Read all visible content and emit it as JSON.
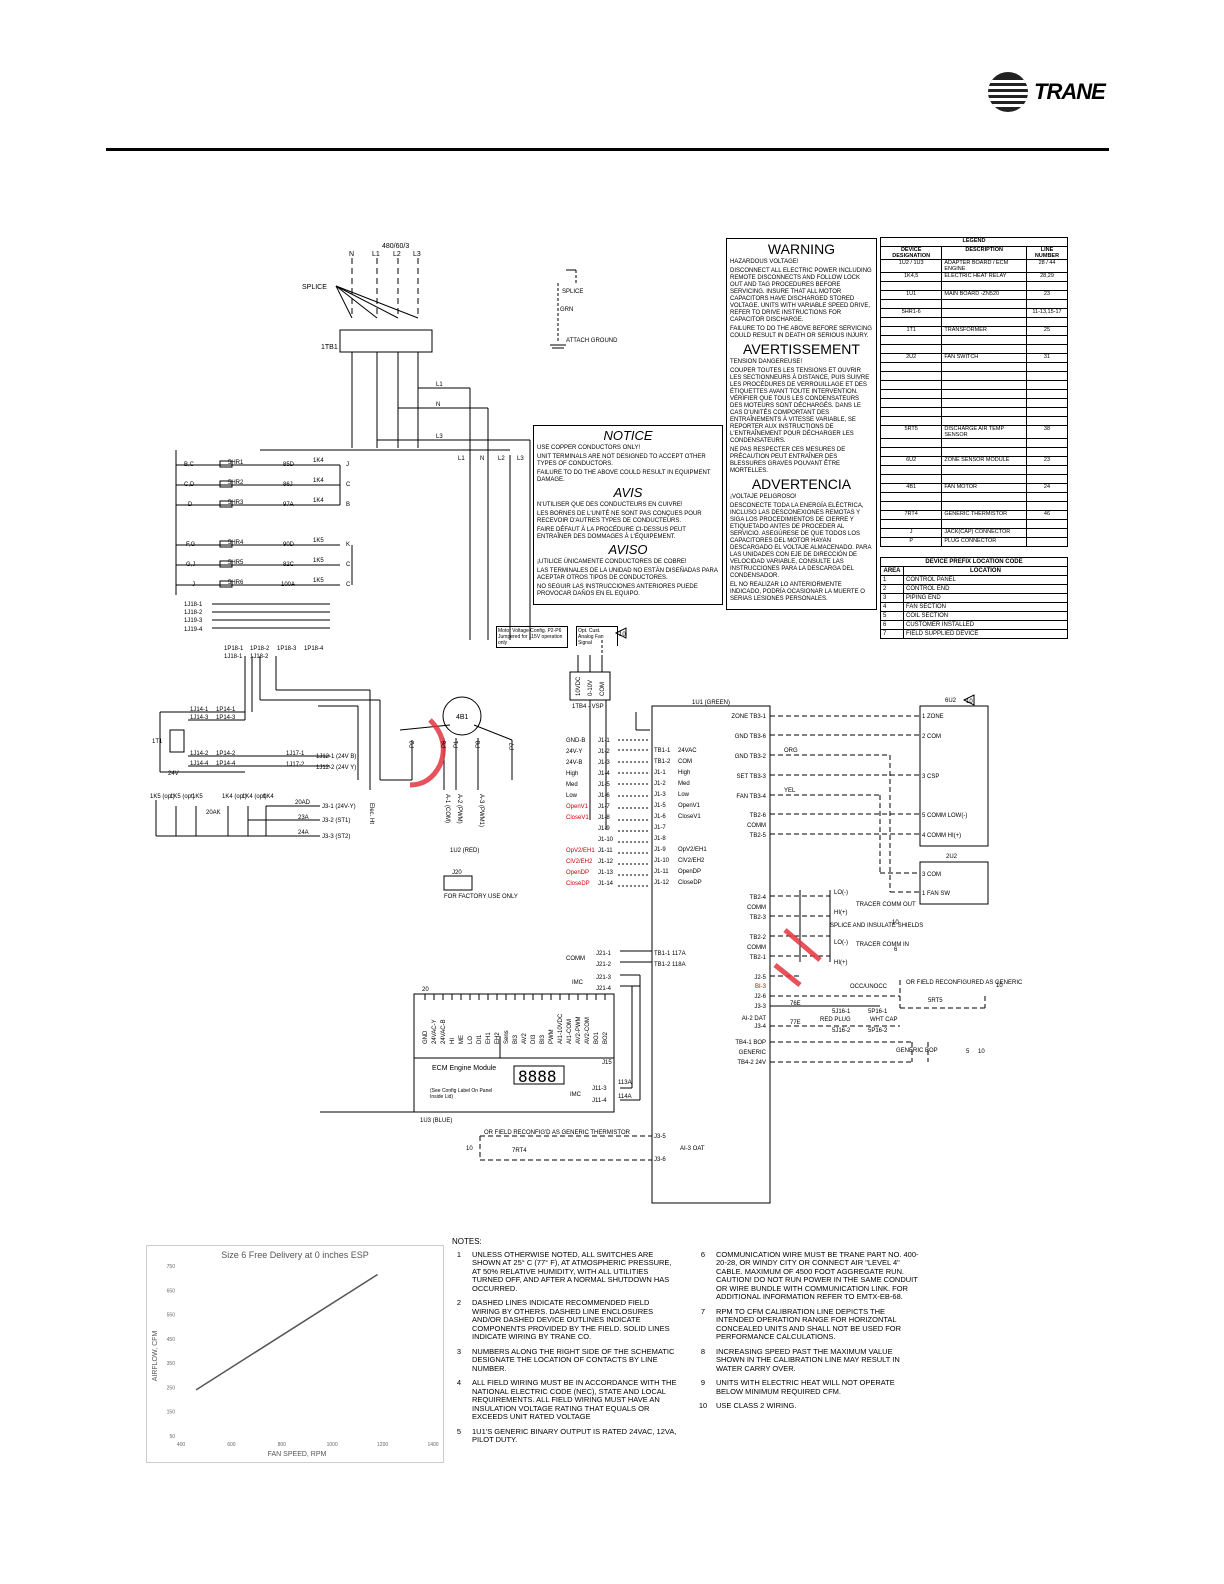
{
  "brand": {
    "name": "TRANE"
  },
  "warning": {
    "en_title": "WARNING",
    "en_sub": "HAZARDOUS VOLTAGE!",
    "en_body": "DISCONNECT ALL ELECTRIC POWER INCLUDING REMOTE DISCONNECTS AND FOLLOW LOCK OUT AND TAG PROCEDURES BEFORE SERVICING. INSURE THAT ALL MOTOR CAPACITORS HAVE DISCHARGED STORED VOLTAGE. UNITS WITH VARIABLE SPEED DRIVE, REFER TO DRIVE INSTRUCTIONS FOR CAPACITOR DISCHARGE.",
    "en_body2": "FAILURE TO DO THE ABOVE BEFORE SERVICING COULD RESULT IN DEATH OR SERIOUS INJURY.",
    "fr_title": "AVERTISSEMENT",
    "fr_sub": "TENSION DANGEREUSE!",
    "fr_body": "COUPER TOUTES LES TENSIONS ET OUVRIR LES SECTIONNEURS À DISTANCE, PUIS SUIVRE LES PROCÉDURES DE VERROUILLAGE ET DES ÉTIQUETTES AVANT TOUTE INTERVENTION. VÉRIFIER QUE TOUS LES CONDENSATEURS DES MOTEURS SONT DÉCHARGÉS. DANS LE CAS D'UNITÉS COMPORTANT DES ENTRAÎNEMENTS À VITESSE VARIABLE, SE REPORTER AUX INSTRUCTIONS DE L'ENTRAÎNEMENT POUR DÉCHARGER LES CONDENSATEURS.",
    "fr_body2": "NE PAS RESPECTER CES MESURES DE PRÉCAUTION PEUT ENTRAÎNER DES BLESSURES GRAVES POUVANT ÊTRE MORTELLES.",
    "es_title": "ADVERTENCIA",
    "es_sub": "¡VOLTAJE PELIGROSO!",
    "es_body": "DESCONECTE TODA LA ENERGÍA ELÉCTRICA, INCLUSO LAS DESCONEXIONES REMOTAS Y SIGA LOS PROCEDIMIENTOS DE CIERRE Y ETIQUETADO ANTES DE PROCEDER AL SERVICIO. ASEGÚRESE DE QUE TODOS LOS CAPACITORES DEL MOTOR HAYAN DESCARGADO EL VOLTAJE ALMACENADO. PARA LAS UNIDADES CON EJE DE DIRECCIÓN DE VELOCIDAD VARIABLE, CONSULTE LAS INSTRUCCIONES PARA LA DESCARGA DEL CONDENSADOR.",
    "es_body2": "EL NO REALIZAR LO ANTERIORMENTE INDICADO, PODRÍA OCASIONAR LA MUERTE O SERIAS LESIONES PERSONALES."
  },
  "notice": {
    "en_title": "NOTICE",
    "en_sub": "USE COPPER CONDUCTORS ONLY!",
    "en_body": "UNIT TERMINALS ARE NOT DESIGNED TO ACCEPT OTHER TYPES OF CONDUCTORS.",
    "en_body2": "FAILURE TO DO THE ABOVE COULD RESULT IN EQUIPMENT DAMAGE.",
    "fr_title": "AVIS",
    "fr_sub": "N'UTILISER QUE DES CONDUCTEURS EN CUIVRE!",
    "fr_body": "LES BORNES DE L'UNITÉ NE SONT PAS CONÇUES POUR RECEVOIR D'AUTRES TYPES DE CONDUCTEURS.",
    "fr_body2": "FAIRE DÉFAUT À LA PROCÉDURE CI-DESSUS PEUT ENTRAÎNER DES DOMMAGES À L'ÉQUIPEMENT.",
    "es_title": "AVISO",
    "es_sub": "¡UTILICE ÚNICAMENTE CONDUCTORES DE COBRE!",
    "es_body": "LAS TERMINALES DE LA UNIDAD NO ESTÁN DISEÑADAS PARA ACEPTAR OTROS TIPOS DE CONDUCTORES.",
    "es_body2": "NO SEGUIR LAS INSTRUCCIONES ANTERIORES PUEDE PROVOCAR DAÑOS EN EL EQUIPO."
  },
  "legend": {
    "title": "LEGEND",
    "headers": [
      "DEVICE DESIGNATION",
      "DESCRIPTION",
      "LINE NUMBER"
    ],
    "rows": [
      [
        "1U2 / 1U3",
        "ADAPTER BOARD / ECM ENGINE",
        "28 / 44"
      ],
      [
        "1K4,5",
        "ELECTRIC HEAT RELAY",
        "28,29"
      ],
      [
        "",
        "",
        ""
      ],
      [
        "1U1",
        "MAIN BOARD -ZN520",
        "23"
      ],
      [
        "",
        "",
        ""
      ],
      [
        "5HR1-6",
        "",
        "11-13,15-17"
      ],
      [
        "",
        "",
        ""
      ],
      [
        "1T1",
        "TRANSFORMER",
        "25"
      ],
      [
        "",
        "",
        ""
      ],
      [
        "",
        "",
        ""
      ],
      [
        "2U2",
        "FAN SWITCH",
        "31"
      ],
      [
        "",
        "",
        ""
      ],
      [
        "",
        "",
        ""
      ],
      [
        "",
        "",
        ""
      ],
      [
        "",
        "",
        ""
      ],
      [
        "",
        "",
        ""
      ],
      [
        "",
        "",
        ""
      ],
      [
        "",
        "",
        ""
      ],
      [
        "5RT5",
        "DISCHARGE AIR TEMP SENSOR",
        "38"
      ],
      [
        "",
        "",
        ""
      ],
      [
        "",
        "",
        ""
      ],
      [
        "6U2",
        "ZONE SENSOR MODULE",
        "23"
      ],
      [
        "",
        "",
        ""
      ],
      [
        "",
        "",
        ""
      ],
      [
        "4B1",
        "FAN MOTOR",
        "24"
      ],
      [
        "",
        "",
        ""
      ],
      [
        "",
        "",
        ""
      ],
      [
        "7RT4",
        "GENERIC THERMISTOR",
        "46"
      ],
      [
        "",
        "",
        ""
      ],
      [
        "J",
        "JACK(CAP) CONNECTOR",
        ""
      ],
      [
        "P",
        "PLUG CONNECTOR",
        ""
      ]
    ]
  },
  "prefix": {
    "title": "DEVICE PREFIX LOCATION CODE",
    "headers": [
      "AREA",
      "LOCATION"
    ],
    "rows": [
      [
        "1",
        "CONTROL PANEL"
      ],
      [
        "2",
        "CONTROL END"
      ],
      [
        "3",
        "PIPING END"
      ],
      [
        "4",
        "FAN SECTION"
      ],
      [
        "5",
        "COIL SECTION"
      ],
      [
        "6",
        "CUSTOMER INSTALLED"
      ],
      [
        "7",
        "FIELD SUPPLIED DEVICE"
      ]
    ]
  },
  "schematic": {
    "supply": "480/60/3",
    "supply_lines": [
      "N",
      "L1",
      "L2",
      "L3"
    ],
    "splice": "SPLICE",
    "tb1": "1TB1",
    "ground_splice": "SPLICE",
    "grn": "GRN",
    "attach_ground": "ATTACH GROUND",
    "bus_labels": [
      "L1",
      "N",
      "L3"
    ],
    "bus_right": [
      "L1",
      "N",
      "L2",
      "L3"
    ],
    "heaters": [
      {
        "terminals": "B,C",
        "name": "5HR1",
        "wire": "85D",
        "relay": "1K4",
        "out": "J"
      },
      {
        "terminals": "C,D",
        "name": "5HR2",
        "wire": "86J",
        "relay": "1K4",
        "out": "C"
      },
      {
        "terminals": "D",
        "name": "5HR3",
        "wire": "97A",
        "relay": "1K4",
        "out": "B"
      },
      {
        "terminals": "F,G",
        "name": "5HR4",
        "wire": "90D",
        "relay": "1K5",
        "out": "K"
      },
      {
        "terminals": "G,J",
        "name": "5HR5",
        "wire": "82C",
        "relay": "1K5",
        "out": "C"
      },
      {
        "terminals": "J",
        "name": "5HR6",
        "wire": "100A",
        "relay": "1K5",
        "out": "C"
      }
    ],
    "j18": [
      "1J18-1",
      "1J18-2",
      "1J19-3",
      "1J19-4"
    ],
    "p18": [
      "1P18-1",
      "1P18-2",
      "1P18-3",
      "1P18-4"
    ],
    "j18b": [
      "1J18-1",
      "1J18-2"
    ],
    "motor_voltage": "Motor Voltage Config. P2-P6 Jumpered for 115V operation only",
    "opt_cust": "Opt. Cust. Analog Fan Signal",
    "tb4": "1TB4 - VSP",
    "tb4_terms": [
      "10VDC",
      "0-10V",
      "COM"
    ],
    "transformer": "1T1",
    "t_lines": [
      "1J14-1",
      "1P14-1",
      "1J14-3",
      "1P14-3",
      "1J14-2",
      "1P14-2",
      "1J14-4",
      "1P14-4"
    ],
    "j17": [
      "1J17-1",
      "1J12-1 (24V B)",
      "1J17-2",
      "1J12-2 (24V Y)"
    ],
    "v24": "24V",
    "relays_bottom": [
      "1K5 (opt)",
      "1K5 (opt)",
      "1K5",
      "1K4 (opt)",
      "1K4 (opt)",
      "1K4"
    ],
    "relay_wires": [
      "20AD",
      "20AK",
      "23A",
      "24A"
    ],
    "relay_outs": [
      "J3-1 (24V-Y)",
      "J3-2 (ST1)",
      "J3-3 (ST2)"
    ],
    "elec_ht": "Elec. Ht",
    "motor": "4B1",
    "motor_pins": [
      "P2",
      "P6",
      "P1",
      "P8",
      "P7"
    ],
    "u2_label": "1U2 (RED)",
    "u2_pins": [
      "A-1 (COM)",
      "A-2 (PWM)",
      "A-3 (PWM1)"
    ],
    "j20": "J20",
    "factory": "FOR FACTORY USE ONLY",
    "adapter_left": [
      "GND-B",
      "24V-Y",
      "24V-B",
      "High",
      "Med",
      "Low",
      "OpenV1",
      "CloseV1",
      "",
      "",
      "OpV2/EH1",
      "ClV2/EH2",
      "OpenDP",
      "CloseDP"
    ],
    "adapter_j1": [
      "J1-1",
      "J1-2",
      "J1-3",
      "J1-4",
      "J1-5",
      "J1-6",
      "J1-7",
      "J1-8",
      "J1-9",
      "J1-10",
      "J1-11",
      "J1-12",
      "J1-13",
      "J1-14"
    ],
    "u1_left_pins": [
      "TB1-1",
      "TB1-2",
      "J1-1",
      "J1-2",
      "J1-3",
      "J1-5",
      "J1-6",
      "J1-7",
      "J1-8",
      "J1-9",
      "J1-10",
      "J1-11",
      "J1-12"
    ],
    "u1_left_names": [
      "24VAC",
      "COM",
      "High",
      "Med",
      "Low",
      "OpenV1",
      "CloseV1",
      "",
      "",
      "OpV2/EH1",
      "ClV2/EH2",
      "OpenDP",
      "CloseDP"
    ],
    "u1_label": "1U1 (GREEN)",
    "u1_right": [
      "ZONE TB3-1",
      "GND TB3-6",
      "GND TB3-2",
      "SET TB3-3",
      "FAN TB3-4",
      "TB2-6",
      "COMM",
      "TB2-5"
    ],
    "u1_right2": [
      "TB2-4",
      "COMM",
      "TB2-3",
      "TB2-2",
      "COMM",
      "TB2-1",
      "J2-5",
      "BI-3",
      "J2-6",
      "J3-3",
      "AI-2 DAT",
      "J3-4",
      "TB4-1 BOP",
      "GENERIC",
      "TB4-2 24V"
    ],
    "u1_bottom": [
      "J3-5",
      "AI-3 OAT",
      "J3-6"
    ],
    "wire_colors": [
      "ORG",
      "YEL"
    ],
    "zone_module": "6U2",
    "zone_terms": [
      "1 ZONE",
      "2 COM",
      "3 CSP",
      "5 COMM LOW(-)",
      "4 COMM HI(+)"
    ],
    "fan_switch": "2U2",
    "fan_terms": [
      "3 COM",
      "1 FAN SW"
    ],
    "comm_out": "TRACER COMM OUT",
    "comm_in": "TRACER COMM IN",
    "lo_hi": [
      "LO(-)",
      "HI(+)",
      "LO(-)",
      "HI(+)"
    ],
    "splice_shields": "SPLICE AND INSULATE SHIELDS",
    "occ": "OCC/UNOCC",
    "field_reconf": "OR FIELD RECONFIGURED AS GENERIC",
    "rt5": "5RT5",
    "plug": [
      "5J16-1",
      "5P16-1",
      "RED PLUG",
      "WHT CAP",
      "5J16-2",
      "5P16-2"
    ],
    "wires_76": [
      "76E",
      "77E"
    ],
    "generic_bop": "GENERIC BOP",
    "tb_power": [
      "TB1-1 117A",
      "TB1-2 118A"
    ],
    "comm": "COMM",
    "j21": [
      "J21-1",
      "J21-2",
      "J21-3",
      "J21-4"
    ],
    "imc": "IMC",
    "ecm_pins": [
      "GND",
      "24VAC-Y",
      "24VAC-B",
      "HI",
      "ME",
      "LO",
      "DI1",
      "EH1",
      "EH2",
      "Sens",
      "BI3",
      "AV2",
      "DI3",
      "BI3",
      "PWM",
      "AI1-10VDC",
      "AI1-COM",
      "AV2-PWM",
      "AV2-COM",
      "BO1",
      "BO2"
    ],
    "ecm_title": "ECM Engine Module",
    "ecm_sub": "(See Config Label On Panel Inside Lid)",
    "ecm_display": "8888",
    "ecm_label": "1U3 (BLUE)",
    "ecm_j15": "J15",
    "ecm_j11": [
      "J11-3",
      "J11-4"
    ],
    "ecm_num": "20",
    "ecm_wires": [
      "113A",
      "114A"
    ],
    "thermistor_reconf": "OR FIELD RECONFIG'D AS GENERIC THERMISTOR",
    "rt4": "7RT4",
    "note_flag": "10",
    "note_flag6": "6",
    "note_flag5": "5"
  },
  "chart_data": {
    "type": "line",
    "title": "Size 6 Free Delivery at 0 inches ESP",
    "xlabel": "FAN SPEED, RPM",
    "ylabel": "AIRFLOW, CFM",
    "x_ticks": [
      "400",
      "600",
      "800",
      "1000",
      "1200",
      "1400"
    ],
    "y_ticks": [
      "750",
      "650",
      "550",
      "450",
      "350",
      "250",
      "150",
      "50"
    ],
    "xlim": [
      400,
      1400
    ],
    "ylim": [
      50,
      750
    ],
    "series": [
      {
        "x": [
          460,
          1180
        ],
        "y": [
          240,
          715
        ]
      }
    ],
    "grid": false
  },
  "notes": {
    "header": "NOTES:",
    "left": [
      {
        "n": "1",
        "t": "UNLESS OTHERWISE NOTED, ALL SWITCHES ARE SHOWN AT 25° C (77° F), AT ATMOSPHERIC PRESSURE, AT 50% RELATIVE HUMIDITY, WITH ALL UTILITIES TURNED OFF, AND AFTER A NORMAL SHUTDOWN HAS OCCURRED."
      },
      {
        "n": "2",
        "t": "DASHED LINES INDICATE RECOMMENDED FIELD WIRING BY OTHERS. DASHED LINE ENCLOSURES AND/OR DASHED DEVICE OUTLINES INDICATE COMPONENTS PROVIDED BY THE FIELD. SOLID LINES INDICATE WIRING BY TRANE CO."
      },
      {
        "n": "3",
        "t": "NUMBERS ALONG THE RIGHT SIDE OF THE SCHEMATIC DESIGNATE THE LOCATION OF CONTACTS BY LINE NUMBER."
      },
      {
        "n": "4",
        "t": "ALL FIELD WIRING MUST BE IN ACCORDANCE WITH THE NATIONAL ELECTRIC CODE (NEC), STATE AND LOCAL REQUIREMENTS. ALL FIELD WIRING MUST HAVE AN INSULATION VOLTAGE RATING THAT EQUALS OR EXCEEDS UNIT RATED VOLTAGE"
      },
      {
        "n": "5",
        "t": "1U1'S GENERIC BINARY OUTPUT IS RATED 24VAC, 12VA, PILOT DUTY."
      }
    ],
    "right": [
      {
        "n": "6",
        "t": "COMMUNICATION WIRE MUST BE TRANE PART NO. 400-20-28, OR WINDY CITY OR CONNECT AIR \"LEVEL 4\" CABLE. MAXIMUM OF 4500 FOOT AGGREGATE RUN. CAUTION! DO NOT RUN POWER IN THE SAME CONDUIT OR WIRE BUNDLE WITH COMMUNICATION LINK. FOR ADDITIONAL INFORMATION REFER TO EMTX-EB-68."
      },
      {
        "n": "7",
        "t": "RPM TO CFM CALIBRATION LINE DEPICTS THE INTENDED OPERATION RANGE FOR HORIZONTAL CONCEALED UNITS AND SHALL NOT BE USED FOR PERFORMANCE CALCULATIONS."
      },
      {
        "n": "8",
        "t": "INCREASING SPEED PAST THE MAXIMUM VALUE SHOWN IN THE CALIBRATION LINE MAY RESULT IN WATER CARRY OVER."
      },
      {
        "n": "9",
        "t": "UNITS WITH ELECTRIC HEAT WILL NOT OPERATE BELOW MINIMUM REQUIRED CFM."
      },
      {
        "n": "10",
        "t": "USE CLASS 2 WIRING."
      }
    ]
  }
}
